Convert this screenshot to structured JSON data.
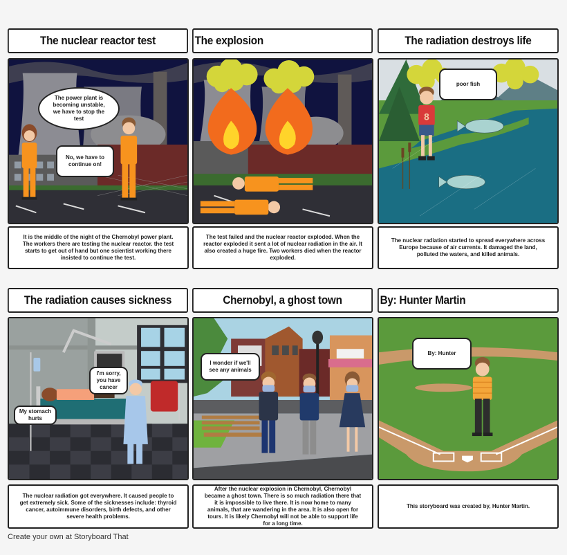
{
  "storyboard": {
    "cells": [
      {
        "title": "The nuclear reactor test",
        "caption": "It is the middle of the night of the Chernobyl power plant. The workers there are testing the nuclear reactor. the test starts to get out of hand but one scientist working there insisted to continue the test.",
        "bubbles": [
          "The power plant is becoming unstable, we have to stop the test",
          "No, we have to continue on!"
        ]
      },
      {
        "title": "The explosion",
        "caption": "The test failed and the nuclear reactor exploded. When the reactor exploded it sent a lot of nuclear radiation in the air. It also created a huge fire. Two workers died when the reactor exploded.",
        "bubbles": []
      },
      {
        "title": "The radiation destroys life",
        "caption": "The nuclear radiation started to spread everywhere across Europe because of air currents. It damaged the land, polluted the waters, and killed animals.",
        "bubbles": [
          "poor fish"
        ]
      },
      {
        "title": "The radiation causes sickness",
        "caption": "The nuclear radiation got everywhere. It caused people to get extremely sick. Some of the sicknesses include: thyroid cancer, autoimmune disorders, birth defects, and other severe health problems.",
        "bubbles": [
          "I'm sorry, you have cancer",
          "My stomach hurts"
        ]
      },
      {
        "title": "Chernobyl, a ghost town",
        "caption": "After the nuclear explosion in Chernobyl, Chernobyl became a ghost town. There is so much radiation there that it is impossible to live there. It is now home to many animals, that are wandering in the area. It is also open for tours. It is likely Chernobyl will not be able to support life for a long time.",
        "bubbles": [
          "I wonder if we'll see any animals"
        ]
      },
      {
        "title": "By: Hunter Martin",
        "caption": "This storyboard was created by, Hunter Martin.",
        "bubbles": [
          "By: Hunter"
        ]
      }
    ]
  },
  "footer": {
    "text": "Create your own at Storyboard That"
  },
  "colors": {
    "night_sky": "#0f1240",
    "jumpsuit_orange": "#f7931e",
    "fire_orange": "#f26b1d",
    "fire_yellow": "#ffd42a",
    "radiation_cloud": "#d4d63a",
    "river_teal": "#1a6e83",
    "grass_green": "#5b9a3c",
    "field_dirt": "#c9996a"
  }
}
